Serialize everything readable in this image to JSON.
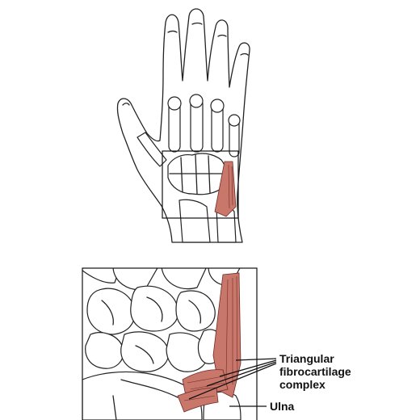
{
  "labels": {
    "tfcc_line1": "Triangular",
    "tfcc_line2": "fibrocartilage",
    "tfcc_line3": "complex",
    "ulna": "Ulna"
  },
  "colors": {
    "ligament": "#c9766b",
    "ligament_stroke": "#6d2d26",
    "line": "#222222",
    "background": "#ffffff"
  }
}
